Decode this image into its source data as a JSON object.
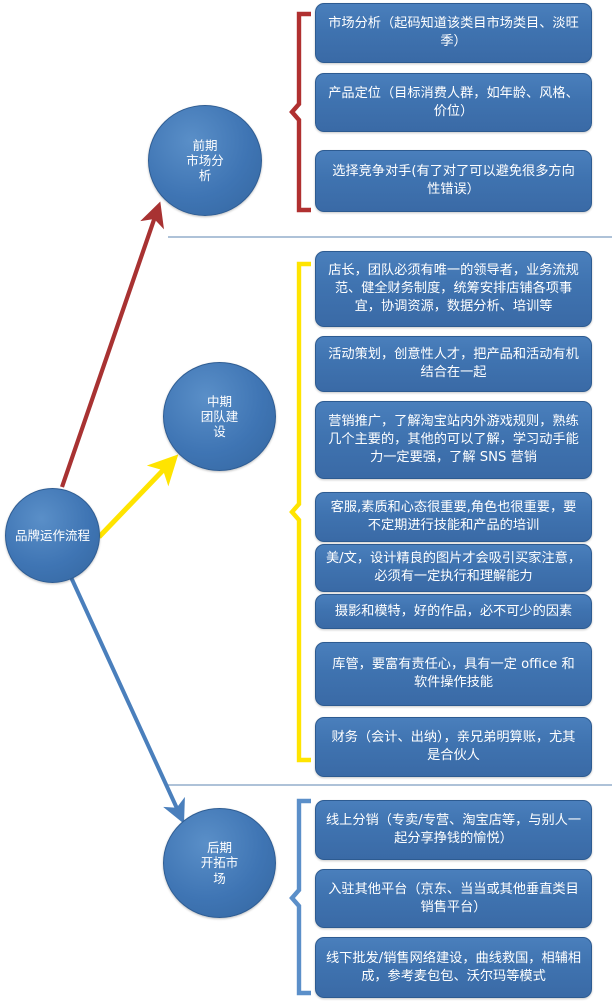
{
  "diagram": {
    "title": "品牌运作流程",
    "colors": {
      "box_fill": "#3f73b0",
      "box_border": "#2d5b91",
      "circle_fill": "#3f75b4",
      "arrow_red": "#a83232",
      "arrow_yellow": "#ffe400",
      "arrow_blue": "#4a7fbc",
      "brace_red": "#b03030",
      "brace_yellow": "#ffe400",
      "brace_blue": "#5b8fc9",
      "divider": "#93aecb",
      "background": "#ffffff",
      "text": "#ffffff"
    }
  },
  "root": {
    "label": "品牌运作流程"
  },
  "stages": [
    {
      "id": "stage-1",
      "label": "前期\n市场分\n析",
      "label_lines": [
        "前期",
        "市场分",
        "析"
      ],
      "arrow_color": "#a83232",
      "brace_color": "#b03030",
      "items": [
        "市场分析（起码知道该类目市场类目、淡旺季）",
        "产品定位（目标消费人群，如年龄、风格、价位）",
        "选择竞争对手(有了对了可以避免很多方向性错误）"
      ]
    },
    {
      "id": "stage-2",
      "label": "中期\n团队建\n设",
      "label_lines": [
        "中期",
        "团队建",
        "设"
      ],
      "arrow_color": "#ffe400",
      "brace_color": "#ffe400",
      "items": [
        "店长，团队必须有唯一的领导者，业务流规范、健全财务制度，统筹安排店铺各项事宜，协调资源，数据分析、培训等",
        "活动策划，创意性人才，把产品和活动有机结合在一起",
        "营销推广，了解淘宝站内外游戏规则，熟练几个主要的，其他的可以了解，学习动手能力一定要强，了解 SNS 营销",
        "客服,素质和心态很重要,角色也很重要，要不定期进行技能和产品的培训",
        "美/文，设计精良的图片才会吸引买家注意，必须有一定执行和理解能力",
        "摄影和模特，好的作品，必不可少的因素",
        "库管，要富有责任心，具有一定 office 和软件操作技能",
        "财务（会计、出纳），亲兄弟明算账，尤其是合伙人"
      ]
    },
    {
      "id": "stage-3",
      "label": "后期\n开拓市\n场",
      "label_lines": [
        "后期",
        "开拓市",
        "场"
      ],
      "arrow_color": "#4a7fbc",
      "brace_color": "#5b8fc9",
      "items": [
        "线上分销（专卖/专营、淘宝店等，与别人一起分享挣钱的愉悦）",
        "入驻其他平台（京东、当当或其他垂直类目销售平台）",
        "线下批发/销售网络建设，曲线救国，相辅相成，参考麦包包、沃尔玛等模式"
      ]
    }
  ]
}
